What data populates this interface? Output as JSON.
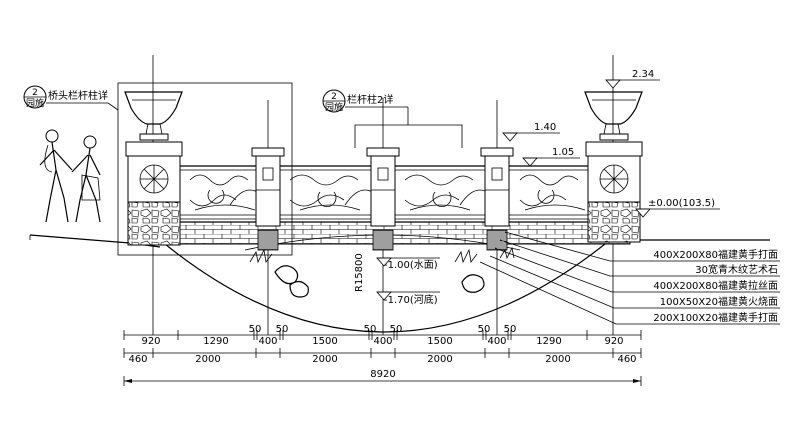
{
  "callouts": {
    "left": {
      "symbol_top": "2",
      "symbol_bottom": "园施",
      "text": "桥头栏杆柱详"
    },
    "mid": {
      "symbol_top": "2",
      "symbol_bottom": "园施",
      "text": "栏杆柱2详"
    }
  },
  "elevations": {
    "top": "2.34",
    "mid": "1.40",
    "rail": "1.05",
    "ground": "±0.00(103.5)",
    "water": "-1.00(水面)",
    "bottom": "-1.70(河底)",
    "radius": "R15800"
  },
  "material_labels": [
    "400X200X80福建黄手打面",
    "30宽青木纹艺术石",
    "400X200X80福建黄拉丝面",
    "100X50X20福建黄火烧面",
    "200X100X20福建黄手打面"
  ],
  "dimensions": {
    "row1": [
      "920",
      "1290",
      "50",
      "50",
      "1500",
      "50",
      "50",
      "1500",
      "50",
      "50",
      "1290",
      "920"
    ],
    "row2": [
      "460",
      "2000",
      "400",
      "2000",
      "400",
      "2000",
      "400",
      "2000",
      "460"
    ],
    "total": "8920"
  }
}
